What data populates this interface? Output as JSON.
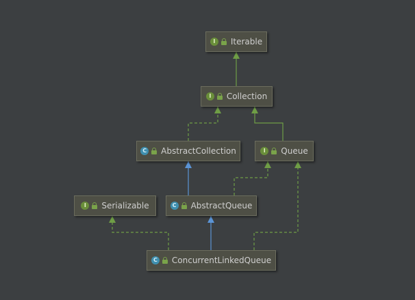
{
  "colors": {
    "background": "#3c3f41",
    "node_fill": "#4e4f45",
    "node_border": "#6c6d5e",
    "node_text": "#cfcfcf",
    "interface_badge": "#6a8f3a",
    "class_badge": "#3f8fae",
    "implements_edge": "#6f9e46",
    "extends_edge": "#5b94d6"
  },
  "nodes": [
    {
      "id": "iterable",
      "kind": "interface",
      "badge": "I",
      "label": "Iterable"
    },
    {
      "id": "collection",
      "kind": "interface",
      "badge": "I",
      "label": "Collection"
    },
    {
      "id": "abstract-collection",
      "kind": "class",
      "badge": "C",
      "label": "AbstractCollection"
    },
    {
      "id": "queue",
      "kind": "interface",
      "badge": "I",
      "label": "Queue"
    },
    {
      "id": "serializable",
      "kind": "interface",
      "badge": "I",
      "label": "Serializable"
    },
    {
      "id": "abstract-queue",
      "kind": "class",
      "badge": "C",
      "label": "AbstractQueue"
    },
    {
      "id": "concurrent-linked-queue",
      "kind": "class",
      "badge": "C",
      "label": "ConcurrentLinkedQueue"
    }
  ],
  "edges": [
    {
      "from": "collection",
      "to": "iterable",
      "type": "extends-interface"
    },
    {
      "from": "abstract-collection",
      "to": "collection",
      "type": "implements"
    },
    {
      "from": "queue",
      "to": "collection",
      "type": "extends-interface"
    },
    {
      "from": "abstract-queue",
      "to": "abstract-collection",
      "type": "extends"
    },
    {
      "from": "abstract-queue",
      "to": "queue",
      "type": "implements"
    },
    {
      "from": "concurrent-linked-queue",
      "to": "abstract-queue",
      "type": "extends"
    },
    {
      "from": "concurrent-linked-queue",
      "to": "serializable",
      "type": "implements"
    },
    {
      "from": "concurrent-linked-queue",
      "to": "queue",
      "type": "implements"
    }
  ]
}
